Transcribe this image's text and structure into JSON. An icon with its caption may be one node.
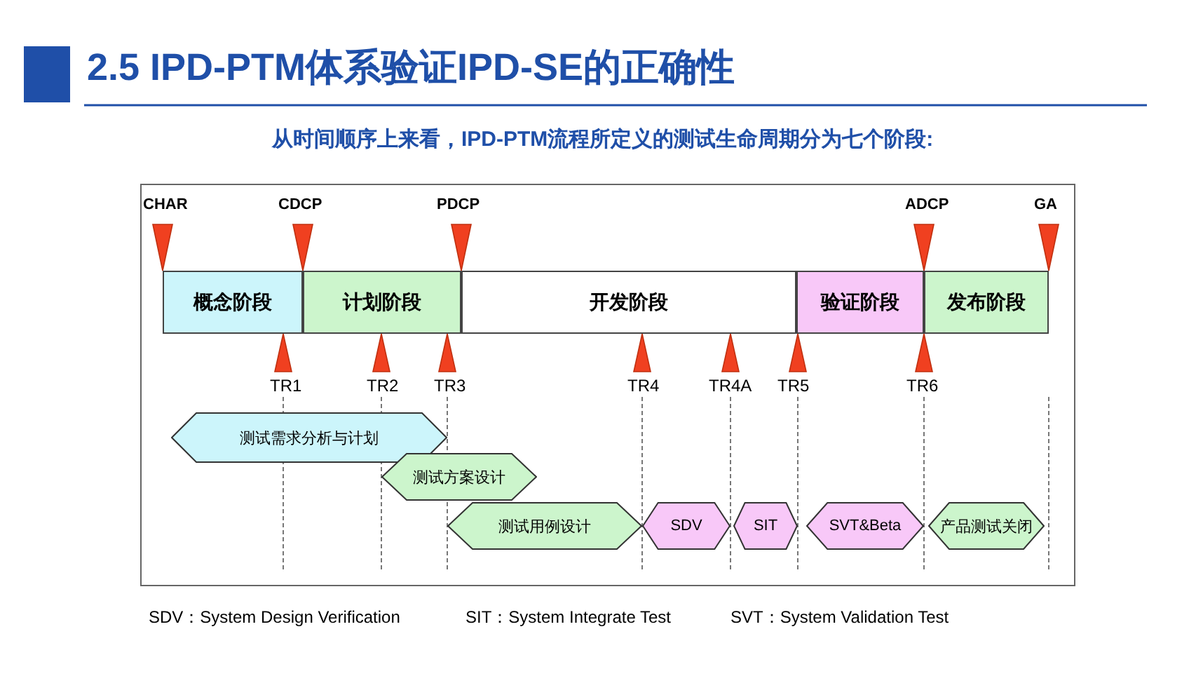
{
  "diagram": {
    "title": "2.5 IPD-PTM体系验证IPD-SE的正确性",
    "nodes": [
      {
        "text": [
          "概念阶段"
        ]
      },
      {
        "text": [
          "计划阶段"
        ]
      },
      {
        "text": [
          "开发阶段"
        ]
      },
      {
        "text": [
          "验证阶段"
        ]
      },
      {
        "text": [
          "发布阶段"
        ]
      },
      {
        "text": [
          "测试需求分析与计划"
        ]
      },
      {
        "text": [
          "测试方案设计"
        ]
      },
      {
        "text": [
          "测试用例设计"
        ]
      },
      {
        "text": [
          "SDV"
        ]
      },
      {
        "text": [
          "SIT"
        ]
      },
      {
        "text": [
          "SVT&Beta"
        ]
      },
      {
        "text": [
          "产品测试关闭"
        ]
      }
    ],
    "labels": [
      "从时间顺序上来看，IPD-PTM流程所定义的测试生命周期分为七个阶段:",
      "CHAR",
      "CDCP",
      "PDCP",
      "ADCP",
      "GA",
      "TR1",
      "TR2",
      "TR3",
      "TR4",
      "TR4A",
      "TR5",
      "TR6",
      "SDV：System Design Verification",
      "SIT：System Integrate Test",
      "SVT：System Validation Test"
    ]
  }
}
